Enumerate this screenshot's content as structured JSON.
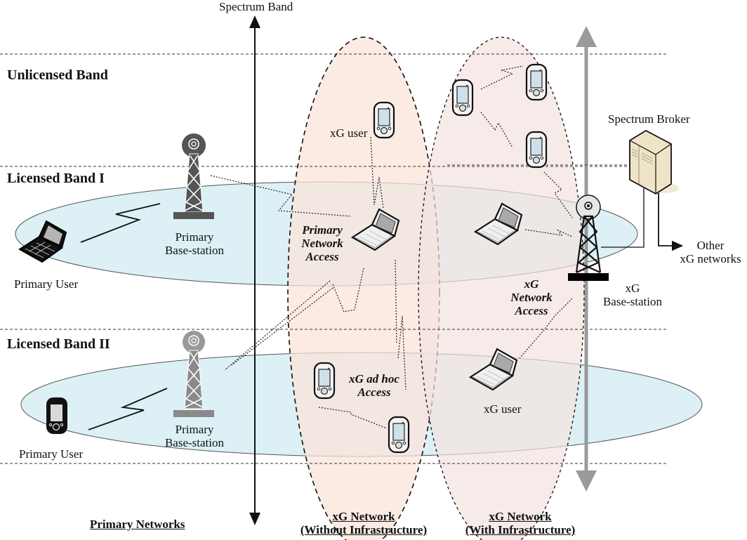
{
  "axis": {
    "label": "Spectrum Band"
  },
  "bands": [
    {
      "label": "Unlicensed Band"
    },
    {
      "label": "Licensed Band I"
    },
    {
      "label": "Licensed Band II"
    }
  ],
  "primary": {
    "band1_base_station": {
      "line1": "Primary",
      "line2": "Base-station"
    },
    "band1_user": "Primary User",
    "band2_base_station": {
      "line1": "Primary",
      "line2": "Base-station"
    },
    "band2_user": "Primary User",
    "section_title": "Primary Networks"
  },
  "xg": {
    "user_top": "xG user",
    "user_bottom": "xG user",
    "primary_access": {
      "line1": "Primary",
      "line2": "Network",
      "line3": "Access"
    },
    "network_access": {
      "line1": "xG",
      "line2": "Network",
      "line3": "Access"
    },
    "adhoc_access": {
      "line1": "xG ad hoc",
      "line2": "Access"
    },
    "base_station": {
      "line1": "xG",
      "line2": "Base-station"
    },
    "spectrum_broker": "Spectrum Broker",
    "other_networks": {
      "line1": "Other",
      "line2": "xG networks"
    },
    "without_infra": {
      "line1": "xG Network",
      "line2": "(Without Infrastructure)"
    },
    "with_infra": {
      "line1": "xG Network",
      "line2": "(With Infrastructure)"
    }
  },
  "colors": {
    "band_ellipse_fill": "#dcf0f6",
    "xg_no_infra_fill": "#f9e4da",
    "xg_infra_fill": "#f5e6e4",
    "primary_tower_band1": "#555555",
    "primary_tower_band2": "#8a8a8a",
    "broker_fill": "#efe3c8"
  }
}
